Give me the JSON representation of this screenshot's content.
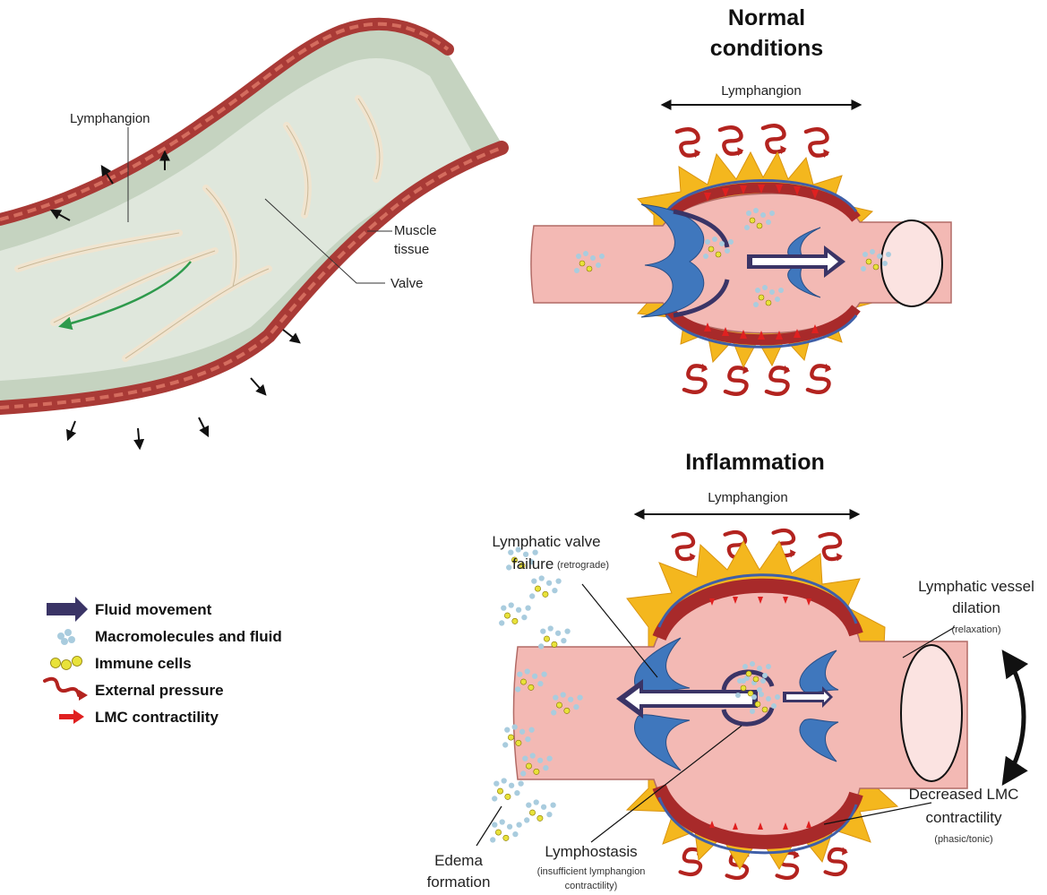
{
  "illustration": {
    "lymphangion_label": "Lymphangion",
    "muscle_tissue_label": [
      "Muscle",
      "tissue"
    ],
    "valve_label": "Valve"
  },
  "normal": {
    "title": [
      "Normal",
      "conditions"
    ],
    "lymphangion_label": "Lymphangion"
  },
  "inflammation": {
    "title": "Inflammation",
    "lymphangion_label": "Lymphangion",
    "valve_failure": {
      "line1": "Lymphatic valve",
      "line2": "failure",
      "note": "(retrograde)"
    },
    "dilation": {
      "line1": "Lymphatic vessel",
      "line2": "dilation",
      "note": "(relaxation)"
    },
    "edema": {
      "line1": "Edema",
      "line2": "formation"
    },
    "lymphostasis": {
      "line1": "Lymphostasis",
      "note1": "(insufficient lymphangion",
      "note2": "contractility)"
    },
    "decreased_lmc": {
      "line1": "Decreased LMC",
      "line2": "contractility",
      "note": "(phasic/tonic)"
    }
  },
  "legend": {
    "items": [
      {
        "label": "Fluid movement",
        "icon": "fluid-movement-arrow-icon",
        "color": "#3a3466"
      },
      {
        "label": "Macromolecules and fluid",
        "icon": "macromolecule-cluster-icon",
        "color": "#9fc6db"
      },
      {
        "label": "Immune cells",
        "icon": "immune-cell-icon",
        "color": "#e7e23a"
      },
      {
        "label": "External pressure",
        "icon": "external-pressure-squiggle-icon",
        "color": "#b3231f"
      },
      {
        "label": "LMC contractility",
        "icon": "lmc-contractility-arrow-icon",
        "color": "#e02020"
      }
    ]
  },
  "colors": {
    "vessel_pink": "#f3b9b4",
    "vessel_dark": "#a82a2a",
    "valve_blue": "#3f77bd",
    "spike_yellow": "#f4b71e",
    "pressure_red": "#b3231f",
    "fluid_dark": "#3a3466"
  }
}
